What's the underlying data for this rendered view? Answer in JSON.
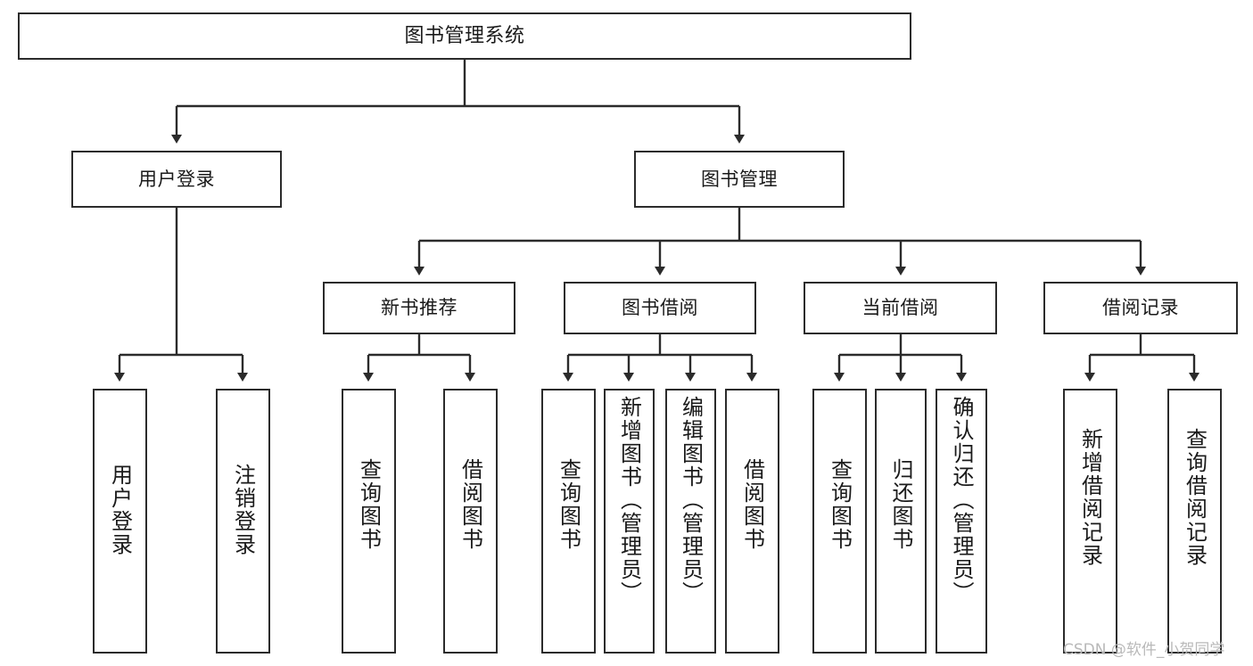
{
  "diagram": {
    "type": "tree-hierarchy",
    "title": "图书管理系统",
    "orientation": "top-down",
    "colors": {
      "stroke": "#2b2b2b",
      "fill": "#ffffff",
      "text": "#1a1a1a",
      "watermark": "#b9b9b9"
    }
  },
  "watermark": {
    "text": "CSDN @软件_小贺同学"
  },
  "nodes": {
    "root": {
      "label": "图书管理系统"
    },
    "level2": [
      {
        "id": "user-login",
        "label": "用户登录"
      },
      {
        "id": "book-manage",
        "label": "图书管理"
      }
    ],
    "level3": [
      {
        "id": "new-book-recommend",
        "label": "新书推荐"
      },
      {
        "id": "book-borrow",
        "label": "图书借阅"
      },
      {
        "id": "current-borrow",
        "label": "当前借阅"
      },
      {
        "id": "borrow-record",
        "label": "借阅记录"
      }
    ],
    "leaves": {
      "user_login": [
        {
          "id": "leaf-user-login",
          "label": "用户登录"
        },
        {
          "id": "leaf-logout-login",
          "label": "注销登录"
        }
      ],
      "new_book_recommend": [
        {
          "id": "leaf-query-book-1",
          "label": "查询图书"
        },
        {
          "id": "leaf-borrow-book-1",
          "label": "借阅图书"
        }
      ],
      "book_borrow": [
        {
          "id": "leaf-query-book-2",
          "label": "查询图书"
        },
        {
          "id": "leaf-add-book",
          "label": "新增图书（管理员）"
        },
        {
          "id": "leaf-edit-book",
          "label": "编辑图书（管理员）"
        },
        {
          "id": "leaf-borrow-book-2",
          "label": "借阅图书"
        }
      ],
      "current_borrow": [
        {
          "id": "leaf-query-book-3",
          "label": "查询图书"
        },
        {
          "id": "leaf-return-book",
          "label": "归还图书"
        },
        {
          "id": "leaf-confirm-return",
          "label": "确认归还（管理员）"
        }
      ],
      "borrow_record": [
        {
          "id": "leaf-add-record",
          "label": "新增借阅记录"
        },
        {
          "id": "leaf-query-record",
          "label": "查询借阅记录"
        }
      ]
    }
  }
}
